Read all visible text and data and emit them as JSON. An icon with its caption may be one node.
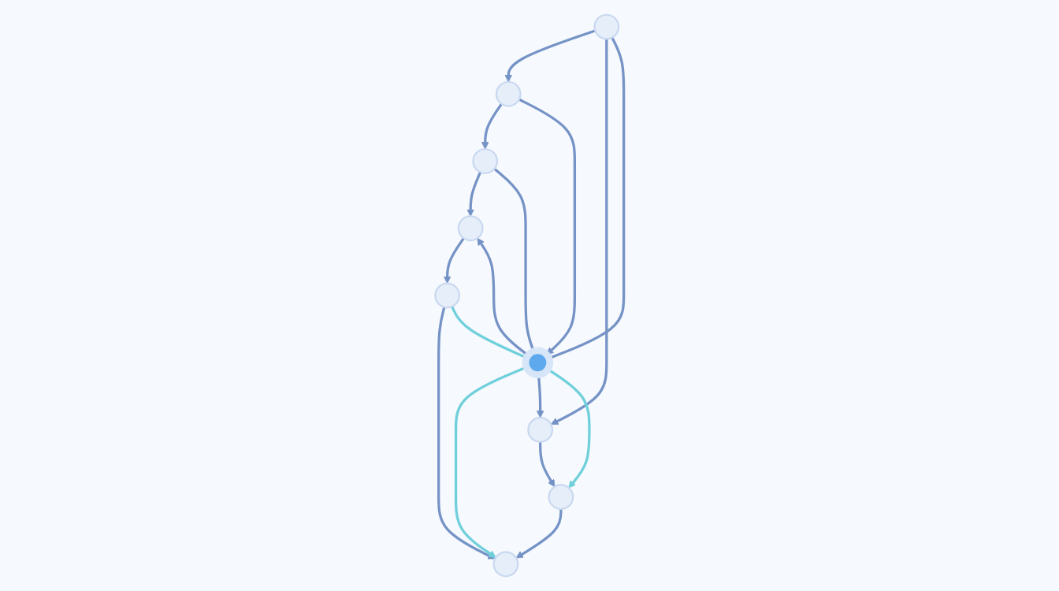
{
  "diagram": {
    "nodes": [
      {
        "text": [],
        "shape": "circle"
      },
      {
        "text": [],
        "shape": "circle"
      },
      {
        "text": [],
        "shape": "circle"
      },
      {
        "text": [],
        "shape": "circle"
      },
      {
        "text": [],
        "shape": "circle"
      },
      {
        "text": [],
        "shape": "circle"
      },
      {
        "text": [],
        "shape": "circle"
      },
      {
        "text": [],
        "shape": "circle"
      },
      {
        "text": [],
        "shape": "circle"
      }
    ],
    "edges": [
      {
        "from": 1,
        "to": 0,
        "arrow": "to"
      },
      {
        "from": 0,
        "to": 2,
        "arrow": "to"
      },
      {
        "from": 2,
        "to": 5,
        "arrow": "to"
      },
      {
        "from": 7,
        "to": 5,
        "arrow": "to"
      },
      {
        "from": 6,
        "to": 3,
        "arrow": "to"
      },
      {
        "from": 3,
        "to": 1,
        "arrow": "to"
      },
      {
        "from": 6,
        "to": 8,
        "arrow": "to"
      },
      {
        "from": 8,
        "to": 7,
        "arrow": "to"
      },
      {
        "from": 4,
        "to": 0,
        "arrow": "to"
      },
      {
        "from": 1,
        "to": 4,
        "arrow": "none"
      },
      {
        "from": 2,
        "to": 4,
        "arrow": "none",
        "color": "#6fd0dc"
      },
      {
        "from": 3,
        "to": 4,
        "arrow": "to"
      },
      {
        "from": 4,
        "to": 5,
        "arrow": "to",
        "color": "#6fd0dc"
      },
      {
        "from": 6,
        "to": 4,
        "arrow": "none"
      },
      {
        "from": 4,
        "to": 8,
        "arrow": "to"
      },
      {
        "from": 4,
        "to": 7,
        "arrow": "to",
        "color": "#6fd0dc"
      }
    ]
  }
}
